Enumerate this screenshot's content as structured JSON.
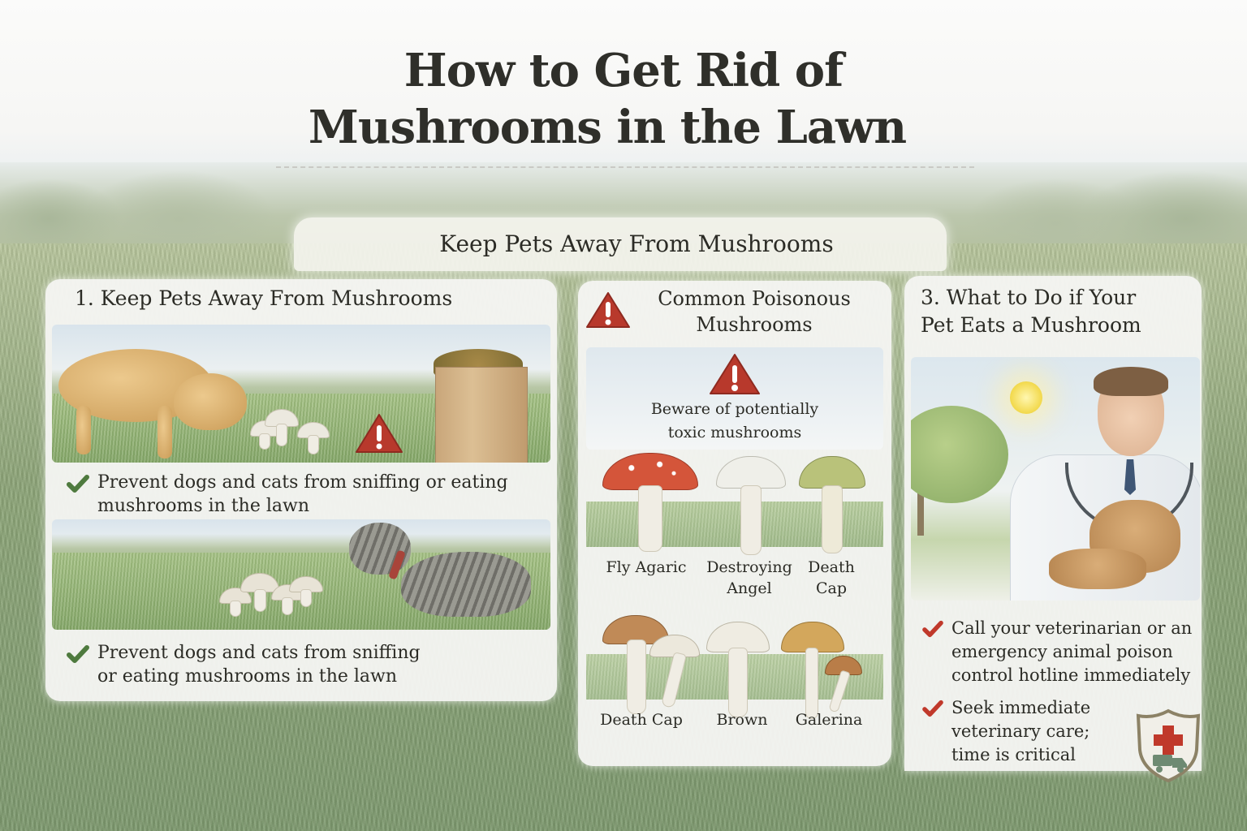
{
  "header": {
    "title_line1": "How to Get Rid of",
    "title_line2": "Mushrooms in the Lawn"
  },
  "banner": {
    "label": "Keep Pets Away From Mushrooms"
  },
  "panel1": {
    "title": "1. Keep Pets Away From Mushrooms",
    "illustrations": [
      "dog sniffing mushrooms",
      "warning-icon",
      "paper bag of leaves",
      "cat near mushrooms"
    ],
    "bullets": [
      {
        "icon": "check-icon",
        "color": "#4e7a3e",
        "text_line1": "Prevent dogs and cats from sniffing or eating",
        "text_line2": "mushrooms in the lawn"
      },
      {
        "icon": "check-icon",
        "color": "#4e7a3e",
        "text_line1": "Prevent dogs and cats from sniffing",
        "text_line2": "or eating mushrooms in the lawn"
      }
    ]
  },
  "panel2": {
    "title_line1": "Common Poisonous",
    "title_line2": "Mushrooms",
    "warning_text_line1": "Beware of potentially",
    "warning_text_line2": "toxic mushrooms",
    "row1": [
      {
        "label_line1": "Fly Agaric",
        "label_line2": "",
        "cap_color": "#d4553a"
      },
      {
        "label_line1": "Destroying",
        "label_line2": "Angel",
        "cap_color": "#efefe9"
      },
      {
        "label_line1": "Death",
        "label_line2": "Cap",
        "cap_color": "#b9c27a"
      }
    ],
    "row2": [
      {
        "label": "Death Cap",
        "cap_color": "#c08a57"
      },
      {
        "label": "Brown",
        "cap_color": "#efece2"
      },
      {
        "label": "Galerina",
        "cap_color": "#d3a75c"
      }
    ]
  },
  "panel3": {
    "title_line1": "3. What to Do if Your",
    "title_line2": "Pet Eats a Mushroom",
    "bullets": [
      {
        "icon": "check-icon",
        "color": "#c0392b",
        "lines": [
          "Call your veterinarian or an",
          "emergency animal poison",
          "control hotline immediately"
        ]
      },
      {
        "icon": "check-icon",
        "color": "#c0392b",
        "lines": [
          "Seek immediate",
          "veterinary care;",
          "time is critical"
        ]
      }
    ],
    "badge": "shield-cross-ambulance-icon"
  },
  "colors": {
    "warning_red": "#b8392c",
    "check_green": "#4e7a3e",
    "check_red": "#c0392b",
    "panel_bg": "#f6f6f3",
    "title_text": "#2f2f2a"
  }
}
